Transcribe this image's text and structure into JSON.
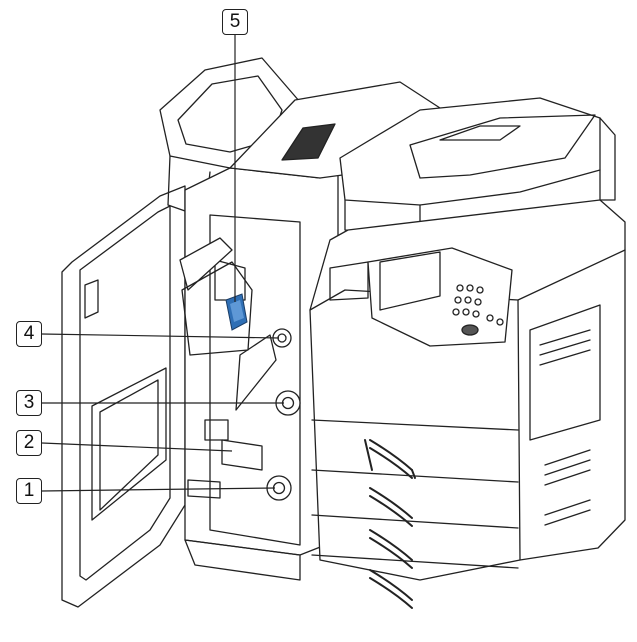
{
  "callouts": [
    {
      "id": "1",
      "label": "1"
    },
    {
      "id": "2",
      "label": "2"
    },
    {
      "id": "3",
      "label": "3"
    },
    {
      "id": "4",
      "label": "4"
    },
    {
      "id": "5",
      "label": "5"
    }
  ],
  "colors": {
    "line": "#222222",
    "toner_cartridge": "#2f6fb5",
    "background": "#ffffff"
  }
}
